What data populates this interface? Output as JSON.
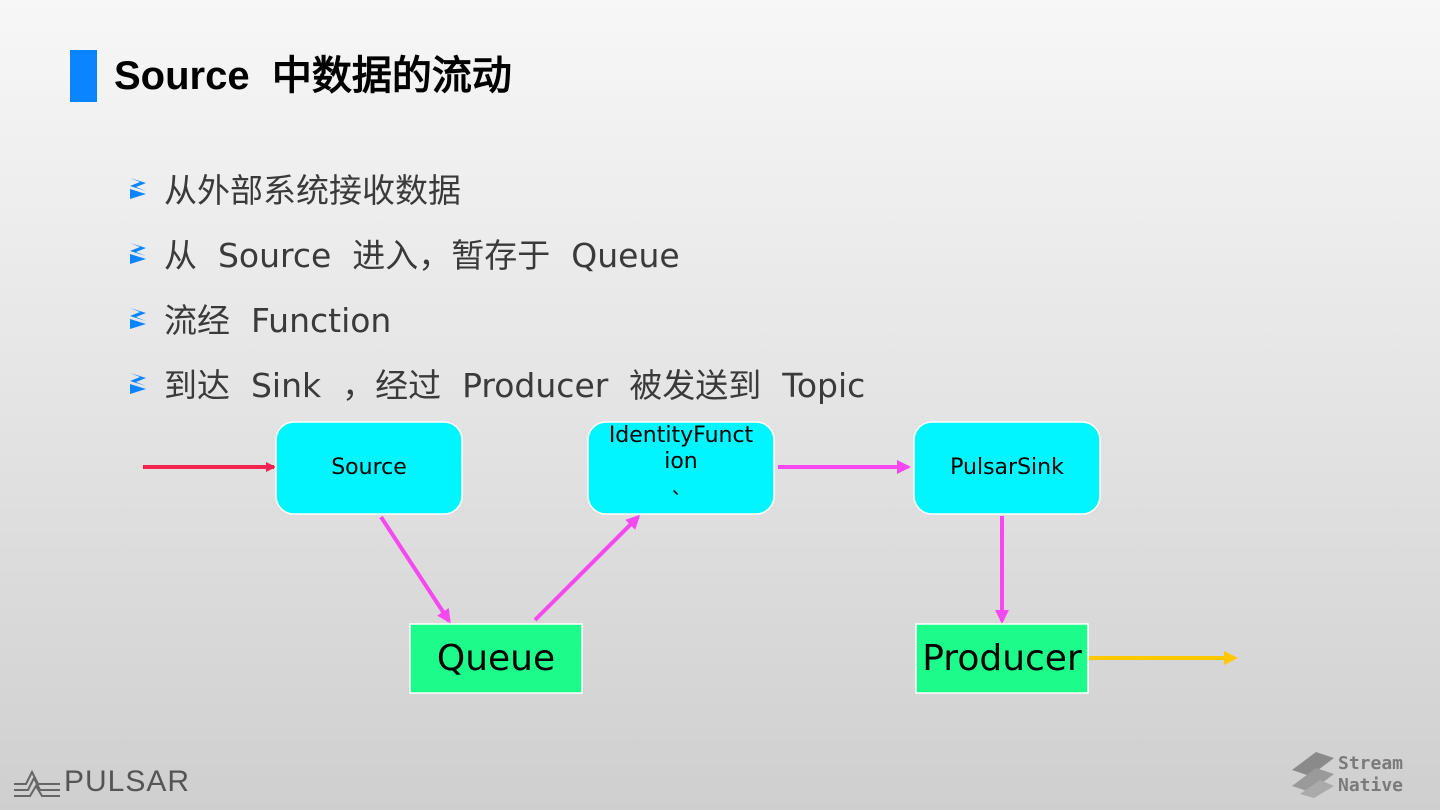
{
  "slide": {
    "title": "Source  中数据的流动",
    "bullets": [
      "从外部系统接收数据",
      "从  Source  进入，暂存于  Queue",
      "流经  Function",
      "到达  Sink  ，经过  Producer  被发送到  Topic"
    ]
  },
  "diagram": {
    "nodes": {
      "source": "Source",
      "identity_line1": "IdentityFunct",
      "identity_line2": "ion",
      "identity_line3": "、",
      "pulsar_sink": "PulsarSink",
      "queue": "Queue",
      "producer": "Producer"
    },
    "colors": {
      "rounded_node_fill": "#00f5ff",
      "rect_node_fill": "#1dfc8a",
      "input_arrow": "#f5234f",
      "flow_arrow": "#f548f0",
      "output_arrow": "#ffc800",
      "title_accent": "#0a84ff"
    }
  },
  "branding": {
    "left_logo_text": "PULSAR",
    "right_logo_line1": "Stream",
    "right_logo_line2": "Native"
  }
}
